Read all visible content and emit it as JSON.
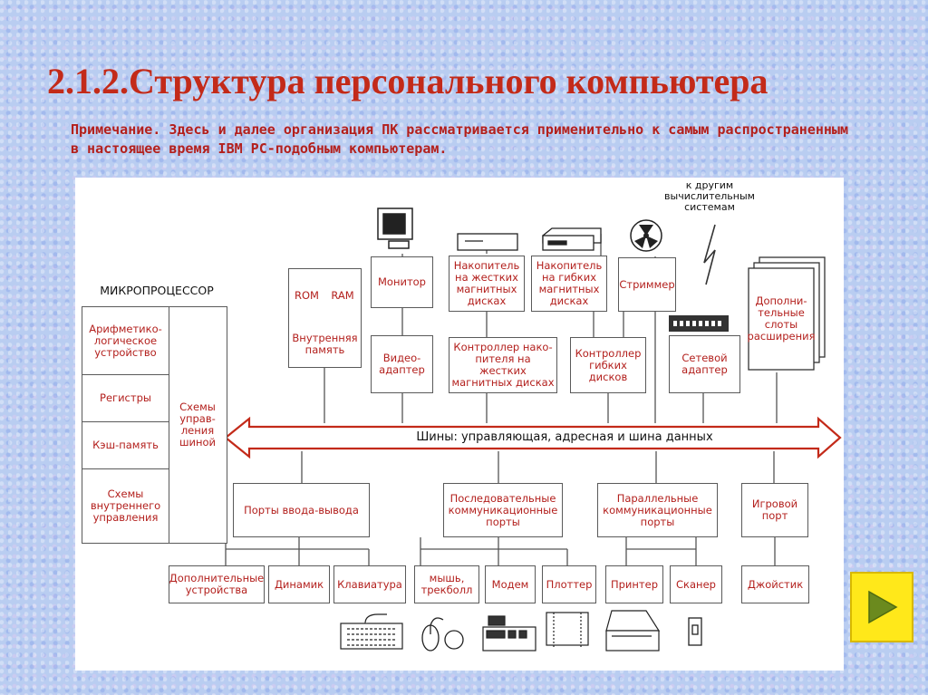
{
  "header": {
    "title": "2.1.2.Структура персонального компьютера",
    "note": "Примечание. Здесь и далее организация ПК рассматривается применительно к самым распространенным в настоящее время IBM PC-подобным компьютерам."
  },
  "diagram": {
    "cpu": {
      "label": "МИКРОПРОЦЕССОР",
      "alu": "Арифметико-логическое устройство",
      "registers": "Регистры",
      "cache": "Кэш-память",
      "internal_control": "Схемы внутреннего управления",
      "bus_control": "Схемы управ-ления шиной"
    },
    "memory": {
      "rom": "ROM",
      "ram": "RAM",
      "label": "Внутренняя память"
    },
    "monitor": "Монитор",
    "video_adapter": "Видео-адаптер",
    "hdd": "Накопитель на жестких магнитных дисках",
    "hdd_controller": "Контроллер нако-пителя на жестких магнитных дисках",
    "fdd": "Накопитель на гибких магнитных дисках",
    "fdd_controller": "Контроллер гибких дисков",
    "streamer": "Стриммер",
    "network_label": "к другим вычислительным системам",
    "network_adapter": "Сетевой адаптер",
    "expansion_slots": "Дополни-тельные слоты расширения",
    "bus": "Шины: управляющая, адресная и шина данных",
    "io_ports": "Порты ввода-вывода",
    "serial_ports": "Последовательные коммуникационные порты",
    "parallel_ports": "Параллельные коммуникационные порты",
    "game_port": "Игровой порт",
    "extra_devices": "Дополнительные устройства",
    "speaker": "Динамик",
    "keyboard": "Клавиатура",
    "mouse": "мышь, трекболл",
    "modem": "Модем",
    "plotter": "Плоттер",
    "printer": "Принтер",
    "scanner": "Сканер",
    "joystick": "Джойстик"
  },
  "navigation": {
    "next_icon": "play-triangle-icon"
  },
  "colors": {
    "title": "#c32a19",
    "text": "#b3201d",
    "button": "#ffe81a",
    "arrow": "#6b8a1e"
  }
}
